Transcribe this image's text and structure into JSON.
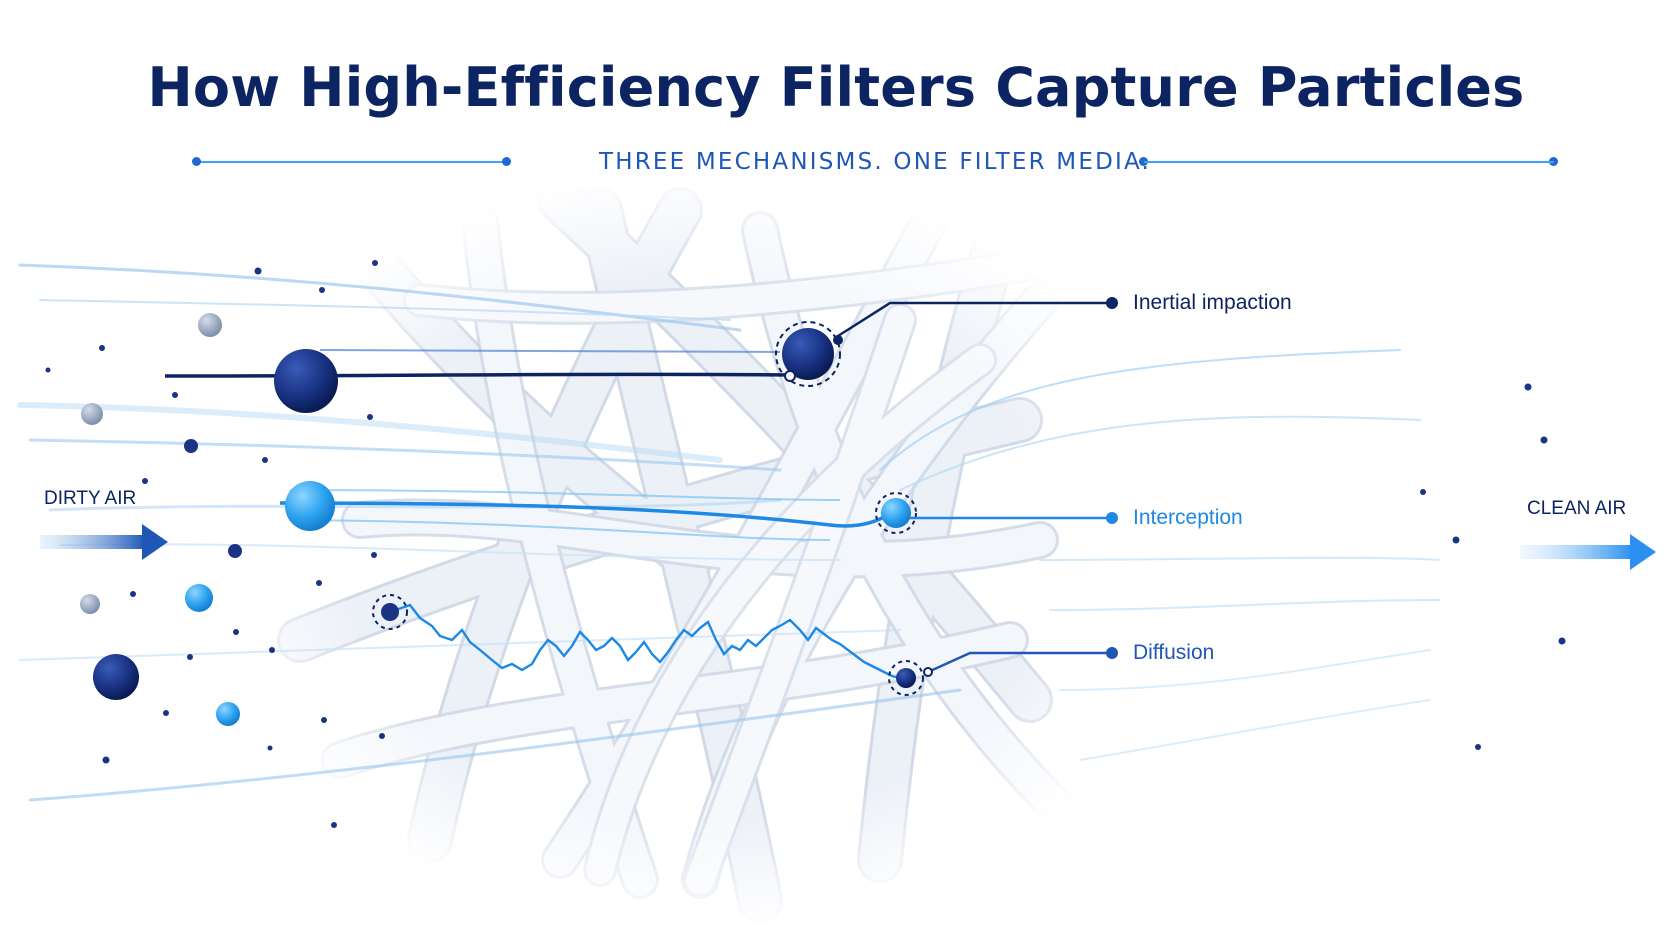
{
  "title": "How High-Efficiency Filters Capture Particles",
  "subtitle": "THREE MECHANISMS. ONE FILTER MEDIA.",
  "flow": {
    "inlet_label": "DIRTY AIR",
    "outlet_label": "CLEAN AIR"
  },
  "mechanisms": [
    {
      "label": "Inertial impaction",
      "color": "#0c2461"
    },
    {
      "label": "Interception",
      "color": "#1e88e5"
    },
    {
      "label": "Diffusion",
      "color": "#1f57b8"
    }
  ],
  "colors": {
    "navy": "#0c2461",
    "brand_blue": "#1f57b8",
    "light_blue": "#2fa4f0",
    "fiber": "#e6ebf3"
  }
}
